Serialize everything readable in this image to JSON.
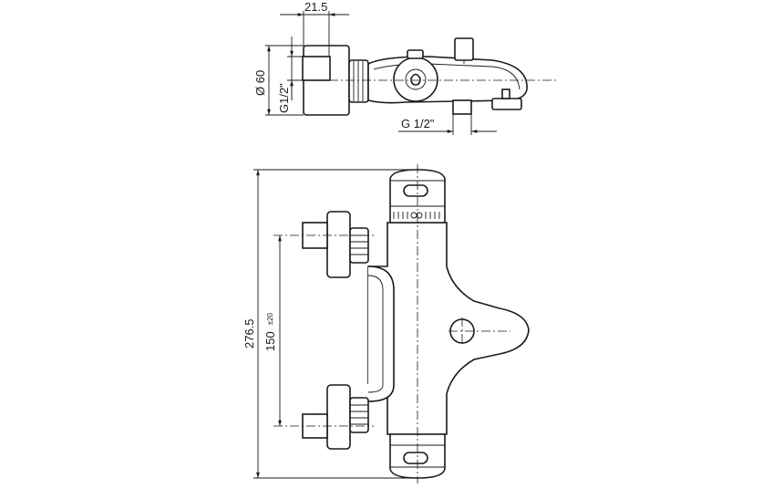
{
  "drawing": {
    "top_view": {
      "width_dim": "21.5",
      "diameter_dim": "Ø 60",
      "thread_left": "G1/2\"",
      "thread_bottom": "G  1/2\""
    },
    "front_view": {
      "height_dim": "276.5",
      "spacing_dim": "150",
      "spacing_tol": "±20"
    }
  }
}
